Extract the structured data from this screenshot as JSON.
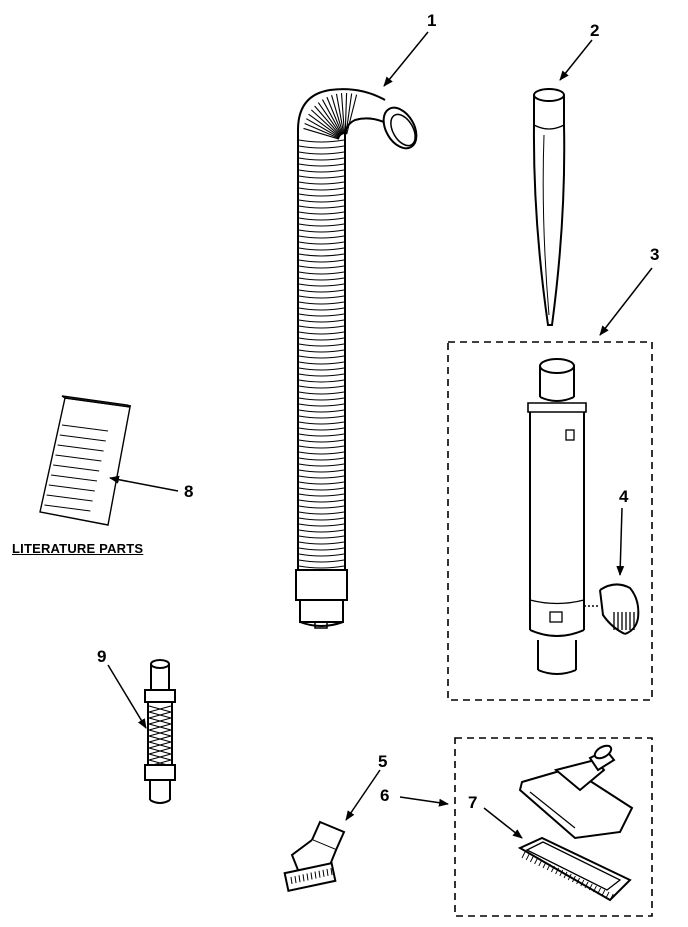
{
  "callouts": [
    "1",
    "2",
    "3",
    "4",
    "5",
    "6",
    "7",
    "8",
    "9"
  ],
  "literature_label": "LITERATURE PARTS",
  "colors": {
    "line": "#000000",
    "background": "#ffffff"
  }
}
